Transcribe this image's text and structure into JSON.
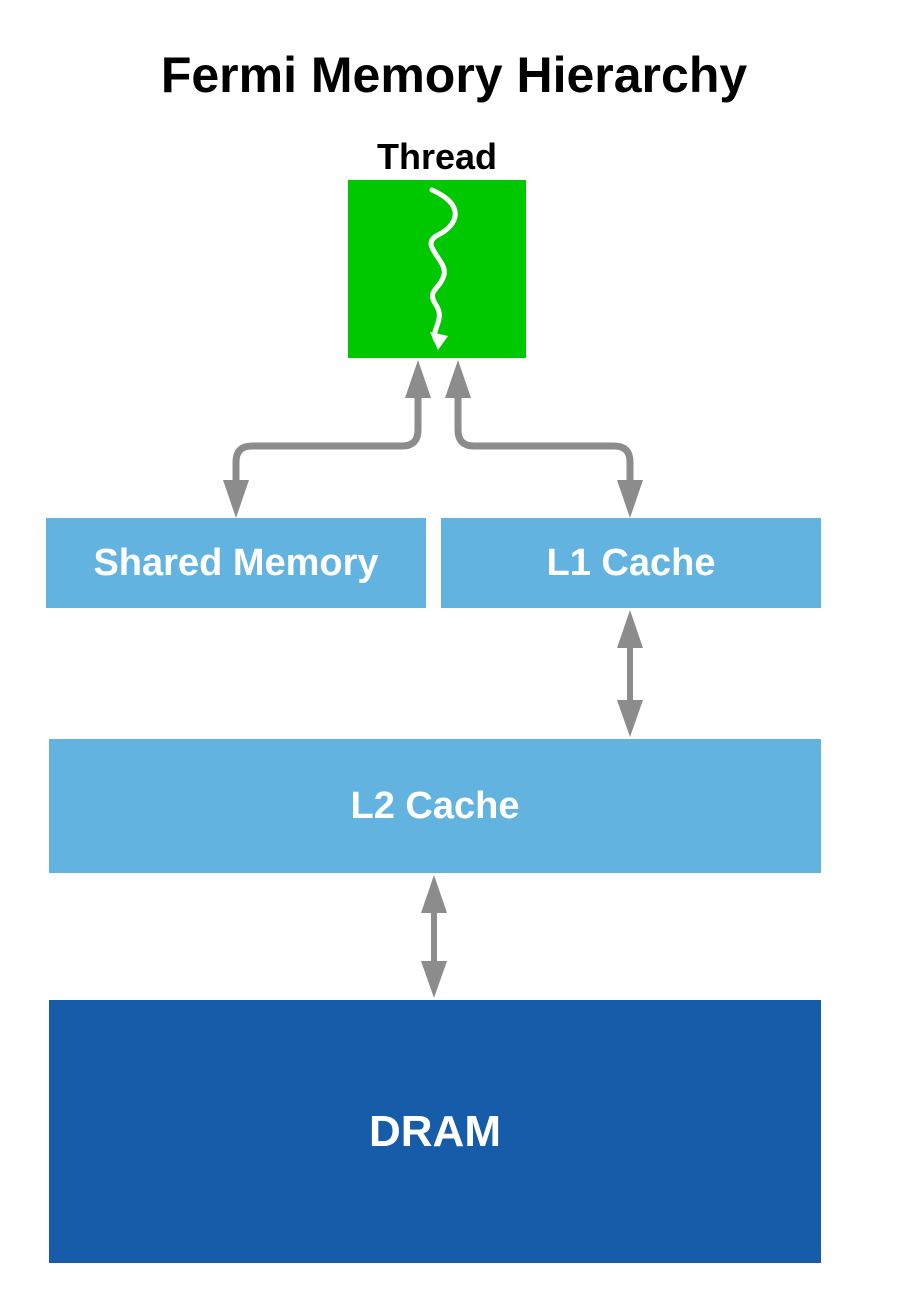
{
  "title": "Fermi Memory Hierarchy",
  "thread": {
    "label": "Thread",
    "icon": "wavy-thread-arrow-icon"
  },
  "blocks": {
    "shared_memory": "Shared Memory",
    "l1_cache": "L1 Cache",
    "l2_cache": "L2 Cache",
    "dram": "DRAM"
  },
  "colors": {
    "thread": "#00c800",
    "cache": "#62b3e0",
    "dram": "#165ca8",
    "arrow": "#8c8c8c"
  },
  "connections": [
    {
      "from": "thread",
      "to": "shared_memory",
      "bidirectional": true
    },
    {
      "from": "thread",
      "to": "l1_cache",
      "bidirectional": true
    },
    {
      "from": "l1_cache",
      "to": "l2_cache",
      "bidirectional": true
    },
    {
      "from": "l2_cache",
      "to": "dram",
      "bidirectional": true
    }
  ]
}
